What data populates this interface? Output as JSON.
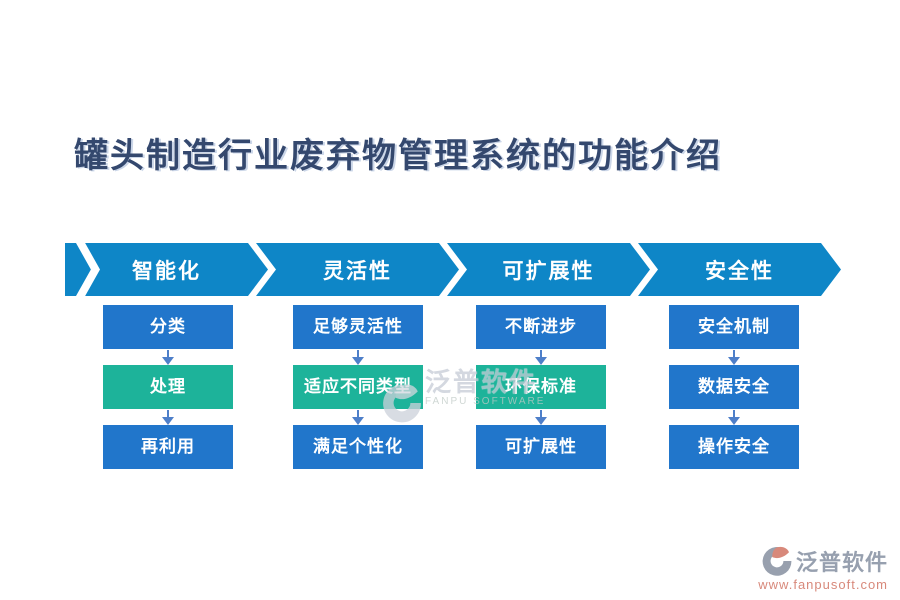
{
  "title": "罐头制造行业废弃物管理系统的功能介绍",
  "colors": {
    "title_color": "#34486e",
    "banner_blue": "#0e86c7",
    "box_blue": "#2176cb",
    "box_green": "#1db39a",
    "arrow_blue": "#4e7fc9",
    "watermark_gray": "#c6ccd6",
    "logo_gray": "#97a0af",
    "logo_salmon": "#d8897b"
  },
  "pillars": [
    {
      "label": "智能化",
      "steps": [
        {
          "text": "分类",
          "color": "blue"
        },
        {
          "text": "处理",
          "color": "green"
        },
        {
          "text": "再利用",
          "color": "blue"
        }
      ]
    },
    {
      "label": "灵活性",
      "steps": [
        {
          "text": "足够灵活性",
          "color": "blue"
        },
        {
          "text": "适应不同类型",
          "color": "green"
        },
        {
          "text": "满足个性化",
          "color": "blue"
        }
      ]
    },
    {
      "label": "可扩展性",
      "steps": [
        {
          "text": "不断进步",
          "color": "blue"
        },
        {
          "text": "环保标准",
          "color": "green"
        },
        {
          "text": "可扩展性",
          "color": "blue"
        }
      ]
    },
    {
      "label": "安全性",
      "steps": [
        {
          "text": "安全机制",
          "color": "blue"
        },
        {
          "text": "数据安全",
          "color": "blue"
        },
        {
          "text": "操作安全",
          "color": "blue"
        }
      ]
    }
  ],
  "watermark": {
    "name": "泛普软件",
    "subtitle": "FANPU SOFTWARE",
    "icon": "fanpu-swoosh-logo-icon"
  },
  "footer_logo": {
    "name": "泛普软件",
    "url": "www.fanpusoft.com",
    "icon": "fanpu-swoosh-logo-icon"
  }
}
